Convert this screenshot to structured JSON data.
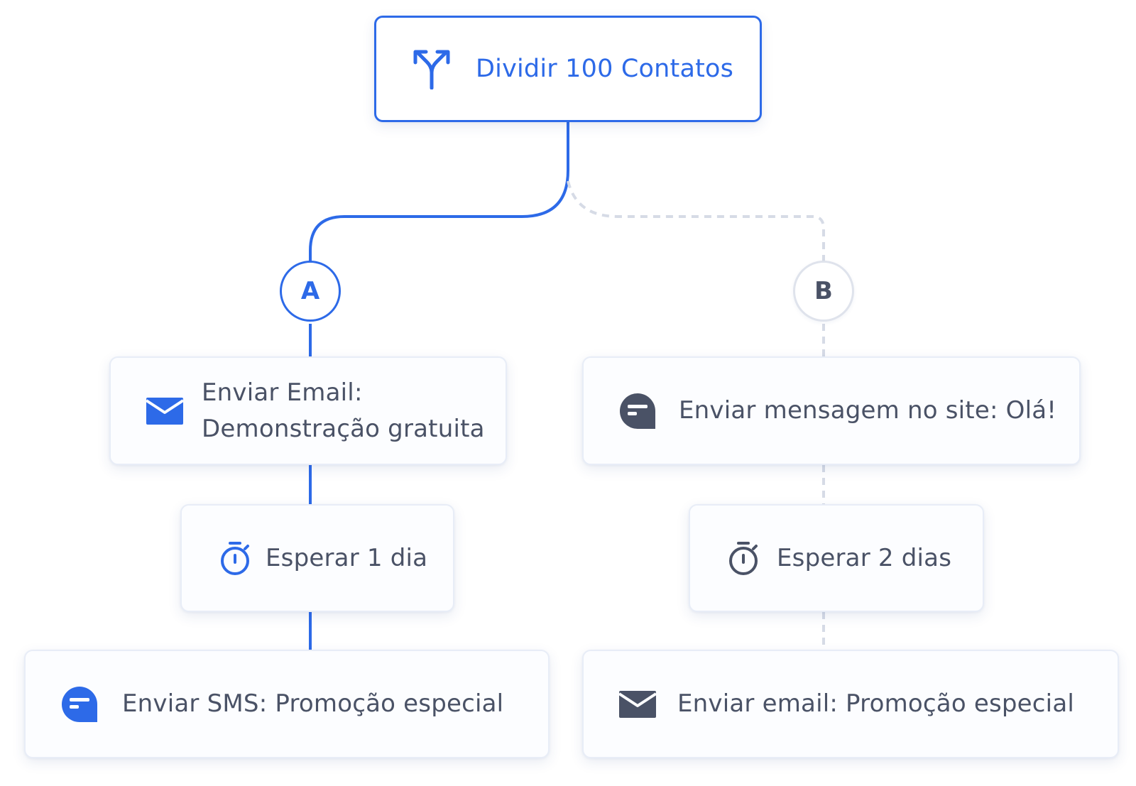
{
  "colors": {
    "accent": "#2d6ae8",
    "text": "#4a5266",
    "muted_line": "#d6dbe6",
    "icon_dark": "#4a5266"
  },
  "split": {
    "label": "Dividir 100 Contatos",
    "icon": "split-arrows-icon"
  },
  "branches": {
    "a": {
      "badge": "A",
      "steps": [
        {
          "label_line1": "Enviar Email:",
          "label_line2": "Demonstração gratuita",
          "icon": "mail-icon"
        },
        {
          "label": "Esperar 1 dia",
          "icon": "stopwatch-icon"
        },
        {
          "label": "Enviar SMS: Promoção especial",
          "icon": "chat-icon"
        }
      ]
    },
    "b": {
      "badge": "B",
      "steps": [
        {
          "label": "Enviar mensagem no site: Olá!",
          "icon": "chat-icon"
        },
        {
          "label": "Esperar 2 dias",
          "icon": "stopwatch-icon"
        },
        {
          "label": "Enviar email: Promoção especial",
          "icon": "mail-icon"
        }
      ]
    }
  }
}
